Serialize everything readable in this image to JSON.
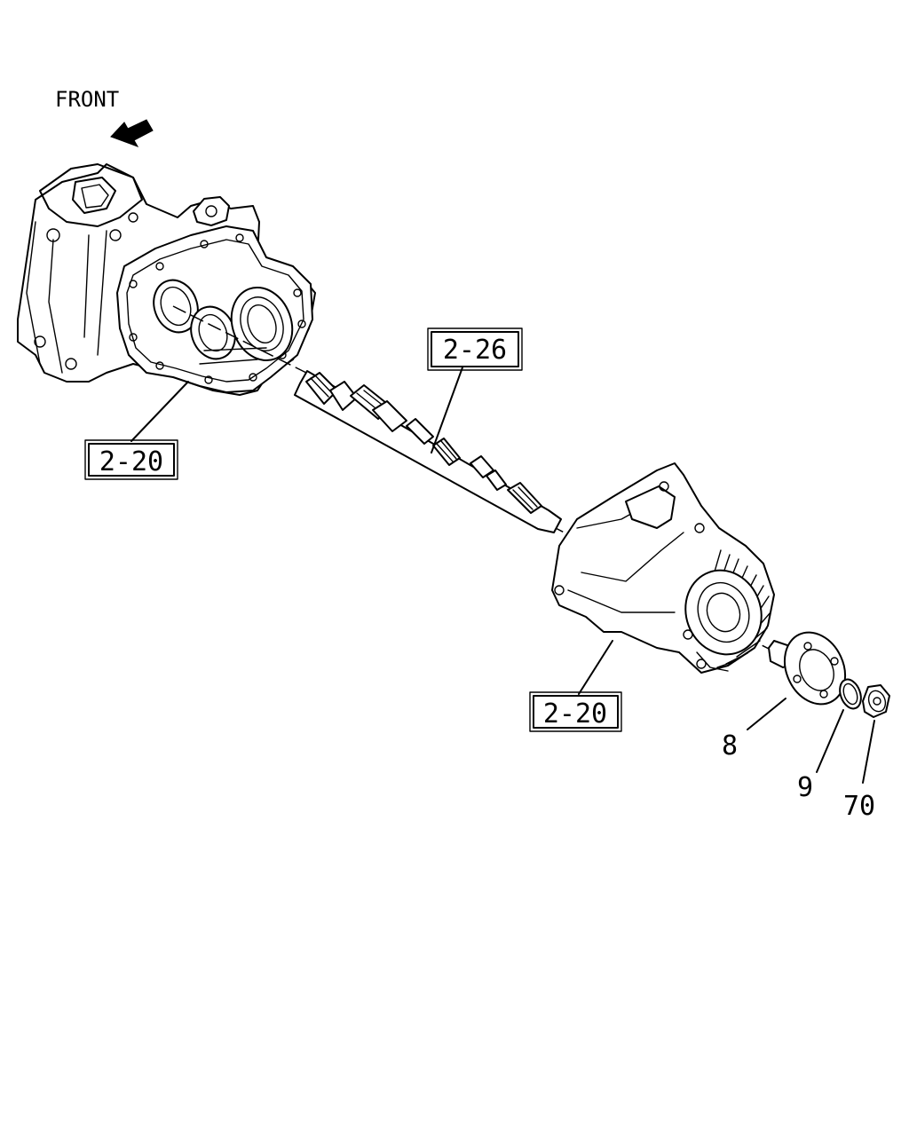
{
  "orientation": {
    "label": "FRONT"
  },
  "reference_boxes": {
    "left_case": "2-20",
    "shaft": "2-26",
    "right_case": "2-20"
  },
  "part_numbers": {
    "flange": "8",
    "o_ring": "9",
    "nut": "70"
  }
}
